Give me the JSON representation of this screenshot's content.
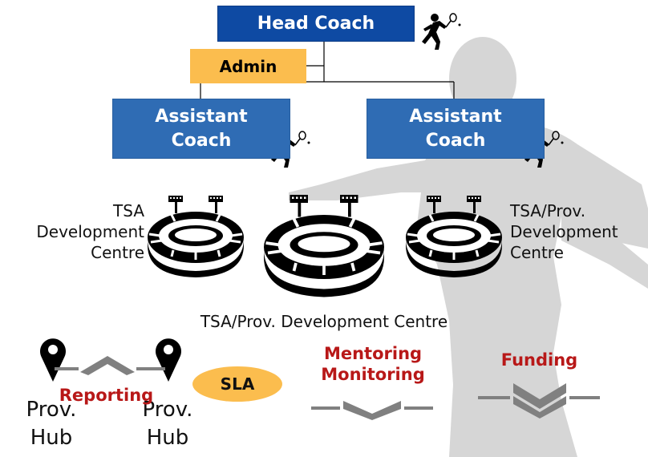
{
  "org": {
    "head_coach": "Head Coach",
    "admin": "Admin",
    "assistant_coach_left": "Assistant\nCoach",
    "assistant_coach_right": "Assistant\nCoach"
  },
  "centres": {
    "left_label": "TSA\nDevelopment\nCentre",
    "right_label": "TSA/Prov.\nDevelopment\nCentre",
    "center_label": "TSA/Prov. Development Centre"
  },
  "bottom": {
    "reporting": "Reporting",
    "hub_left": "Prov.\nHub",
    "hub_right": "Prov.\nHub",
    "sla": "SLA",
    "mentoring_monitoring": "Mentoring\nMonitoring",
    "funding": "Funding"
  },
  "icons": {
    "coach": "tennis-player-icon",
    "stadium": "stadium-icon",
    "pin": "map-pin-icon",
    "chevron_up": "chevron-up-icon",
    "chevron_down": "chevron-down-icon"
  },
  "colors": {
    "head_coach_bg": "#0e4aa3",
    "assistant_bg": "#2f6cb4",
    "admin_bg": "#fbbd4e",
    "accent_red": "#b81818",
    "background_silhouette": "#d3d3d3"
  }
}
